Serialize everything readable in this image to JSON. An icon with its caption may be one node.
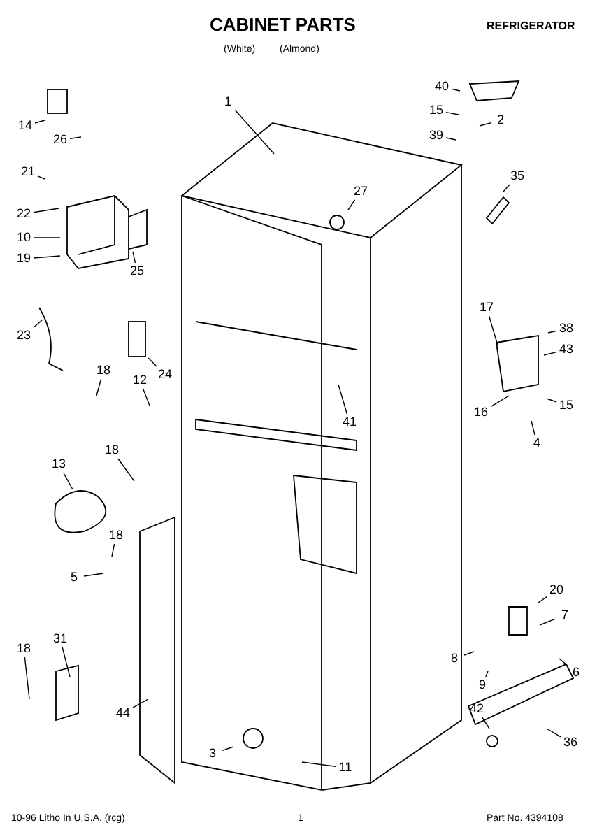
{
  "diagram": {
    "title": "CABINET PARTS",
    "nodes": [
      {
        "text": [
          "40"
        ]
      },
      {
        "text": [
          "1"
        ]
      },
      {
        "text": [
          "15"
        ]
      },
      {
        "text": [
          "2"
        ]
      },
      {
        "text": [
          "14"
        ]
      },
      {
        "text": [
          "39"
        ]
      },
      {
        "text": [
          "26"
        ]
      },
      {
        "text": [
          "21"
        ]
      },
      {
        "text": [
          "35"
        ]
      },
      {
        "text": [
          "27"
        ]
      },
      {
        "text": [
          "22"
        ]
      },
      {
        "text": [
          "10"
        ]
      },
      {
        "text": [
          "19"
        ]
      },
      {
        "text": [
          "25"
        ]
      },
      {
        "text": [
          "17"
        ]
      },
      {
        "text": [
          "23"
        ]
      },
      {
        "text": [
          "38"
        ]
      },
      {
        "text": [
          "43"
        ]
      },
      {
        "text": [
          "24"
        ]
      },
      {
        "text": [
          "18"
        ]
      },
      {
        "text": [
          "12"
        ]
      },
      {
        "text": [
          "15"
        ]
      },
      {
        "text": [
          "16"
        ]
      },
      {
        "text": [
          "41"
        ]
      },
      {
        "text": [
          "4"
        ]
      },
      {
        "text": [
          "18"
        ]
      },
      {
        "text": [
          "13"
        ]
      },
      {
        "text": [
          "18"
        ]
      },
      {
        "text": [
          "5"
        ]
      },
      {
        "text": [
          "20"
        ]
      },
      {
        "text": [
          "31"
        ]
      },
      {
        "text": [
          "18"
        ]
      },
      {
        "text": [
          "7"
        ]
      },
      {
        "text": [
          "8"
        ]
      },
      {
        "text": [
          "9"
        ]
      },
      {
        "text": [
          "6"
        ]
      },
      {
        "text": [
          "44"
        ]
      },
      {
        "text": [
          "42"
        ]
      },
      {
        "text": [
          "36"
        ]
      },
      {
        "text": [
          "3"
        ]
      },
      {
        "text": [
          "11"
        ]
      }
    ],
    "edges": [
      {
        "from": 0,
        "to": null,
        "arrow": "none"
      },
      {
        "from": 1,
        "to": null,
        "arrow": "none"
      },
      {
        "from": 2,
        "to": null,
        "arrow": "none"
      },
      {
        "from": 3,
        "to": null,
        "arrow": "none"
      },
      {
        "from": 4,
        "to": null,
        "arrow": "none"
      },
      {
        "from": 5,
        "to": null,
        "arrow": "none"
      },
      {
        "from": 6,
        "to": null,
        "arrow": "none"
      },
      {
        "from": 7,
        "to": null,
        "arrow": "none"
      },
      {
        "from": 8,
        "to": null,
        "arrow": "none"
      },
      {
        "from": 9,
        "to": null,
        "arrow": "none"
      },
      {
        "from": 10,
        "to": null,
        "arrow": "none"
      },
      {
        "from": 11,
        "to": null,
        "arrow": "none"
      },
      {
        "from": 12,
        "to": null,
        "arrow": "none"
      },
      {
        "from": 13,
        "to": null,
        "arrow": "none"
      },
      {
        "from": 14,
        "to": null,
        "arrow": "none"
      },
      {
        "from": 15,
        "to": null,
        "arrow": "none"
      },
      {
        "from": 16,
        "to": null,
        "arrow": "none"
      },
      {
        "from": 17,
        "to": null,
        "arrow": "none"
      },
      {
        "from": 18,
        "to": null,
        "arrow": "none"
      },
      {
        "from": 19,
        "to": null,
        "arrow": "none"
      },
      {
        "from": 20,
        "to": null,
        "arrow": "none"
      },
      {
        "from": 21,
        "to": null,
        "arrow": "none"
      },
      {
        "from": 22,
        "to": null,
        "arrow": "none"
      },
      {
        "from": 23,
        "to": null,
        "arrow": "none"
      },
      {
        "from": 24,
        "to": null,
        "arrow": "none"
      },
      {
        "from": 25,
        "to": null,
        "arrow": "none"
      },
      {
        "from": 26,
        "to": null,
        "arrow": "none"
      },
      {
        "from": 27,
        "to": null,
        "arrow": "none"
      },
      {
        "from": 28,
        "to": null,
        "arrow": "none"
      },
      {
        "from": 29,
        "to": null,
        "arrow": "none"
      },
      {
        "from": 30,
        "to": null,
        "arrow": "none"
      },
      {
        "from": 31,
        "to": null,
        "arrow": "none"
      },
      {
        "from": 32,
        "to": null,
        "arrow": "none"
      },
      {
        "from": 33,
        "to": null,
        "arrow": "none"
      },
      {
        "from": 34,
        "to": null,
        "arrow": "none"
      },
      {
        "from": 35,
        "to": null,
        "arrow": "none"
      },
      {
        "from": 36,
        "to": null,
        "arrow": "none"
      },
      {
        "from": 37,
        "to": null,
        "arrow": "none"
      },
      {
        "from": 38,
        "to": null,
        "arrow": "none"
      },
      {
        "from": 39,
        "to": null,
        "arrow": "none"
      },
      {
        "from": 40,
        "to": null,
        "arrow": "none"
      }
    ],
    "labels": [
      "REFRIGERATOR",
      "(White)",
      "(Almond)",
      "10-96 Litho In U.S.A. (rcg)",
      "1",
      "Part No. 4394108"
    ]
  }
}
